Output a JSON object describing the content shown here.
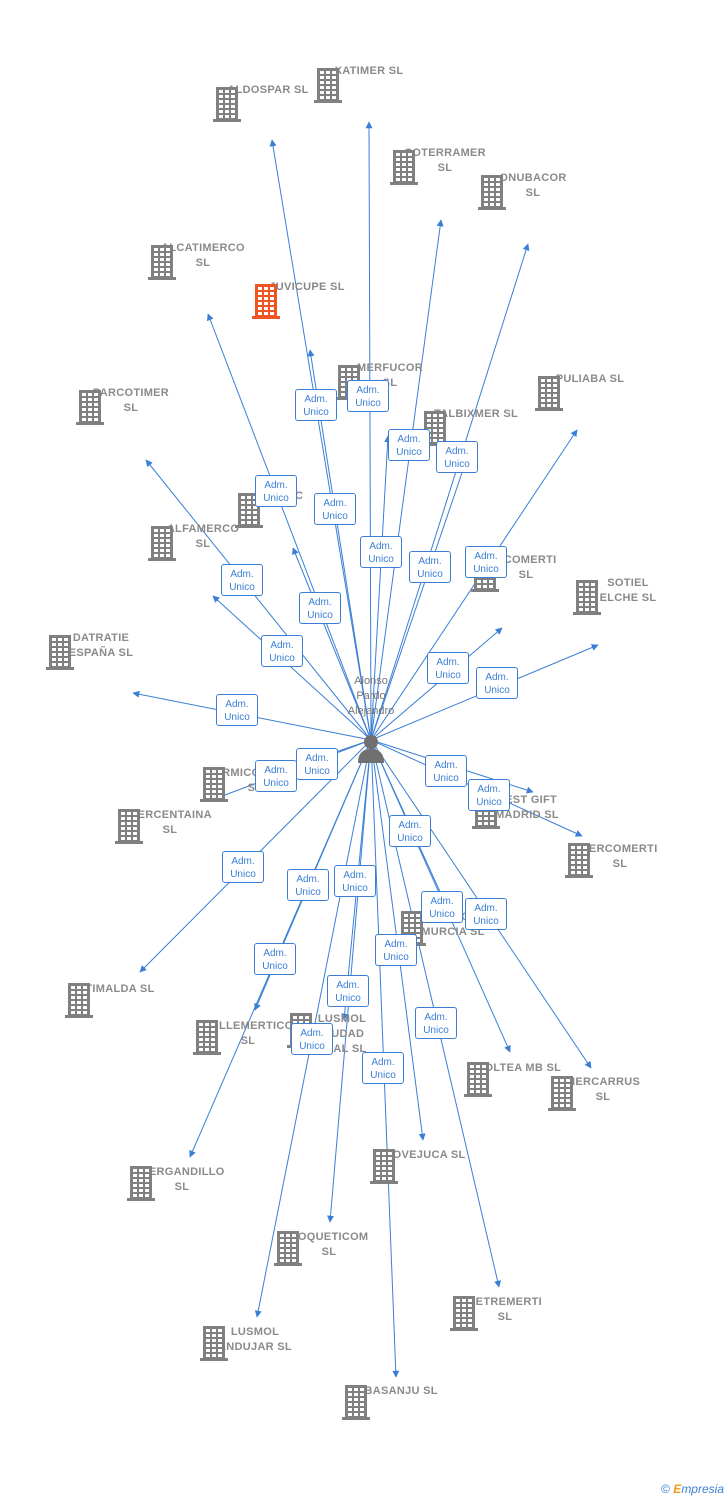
{
  "center": {
    "label": "Alonso\nPardo\nAlejandro",
    "icon": "person-icon"
  },
  "colors": {
    "edge": "#3a7fd5",
    "building": "#808080",
    "highlight": "#ee5522"
  },
  "edge_label": "Adm.\nUnico",
  "nodes": [
    {
      "id": "xatimer",
      "label": "XATIMER  SL",
      "highlight": false
    },
    {
      "id": "aldospar",
      "label": "ALDOSPAR SL",
      "highlight": false
    },
    {
      "id": "coterramer",
      "label": "COTERRAMER\nSL",
      "highlight": false
    },
    {
      "id": "onubacor",
      "label": "ONUBACOR\nSL",
      "highlight": false
    },
    {
      "id": "alcatimerco",
      "label": "ALCATIMERCO\nSL",
      "highlight": false
    },
    {
      "id": "juvicupe",
      "label": "JUVICUPE  SL",
      "highlight": true
    },
    {
      "id": "merfucor",
      "label": "MERFUCOR\nSL",
      "highlight": false
    },
    {
      "id": "puliaba",
      "label": "PULIABA  SL",
      "highlight": false
    },
    {
      "id": "parcotimer",
      "label": "PARCOTIMER\nSL",
      "highlight": false
    },
    {
      "id": "talbixmer",
      "label": "TALBIXMER  SL",
      "highlight": false
    },
    {
      "id": "dc",
      "label": "D...C",
      "highlight": false
    },
    {
      "id": "alfamerco",
      "label": "ALFAMERCO\nSL",
      "highlight": false
    },
    {
      "id": "acomerti",
      "label": "ACOMERTI\nSL",
      "highlight": false
    },
    {
      "id": "sotiel",
      "label": "SOTIEL\nELCHE  SL",
      "highlight": false
    },
    {
      "id": "datratie",
      "label": "DATRATIE\nESPAÑA  SL",
      "highlight": false
    },
    {
      "id": "armicomerti",
      "label": "ARMICOMERTI\nSL",
      "highlight": false
    },
    {
      "id": "mercentaina",
      "label": "MERCENTAINA\nSL",
      "highlight": false
    },
    {
      "id": "bestgift",
      "label": "BEST GIFT\nMADRID  SL",
      "highlight": false
    },
    {
      "id": "jercomerti",
      "label": "JERCOMERTI\nSL",
      "highlight": false
    },
    {
      "id": "timalda",
      "label": "TIMALDA  SL",
      "highlight": false
    },
    {
      "id": "lusmolmurcia",
      "label": "LUSMOL\nMURCIA SL",
      "highlight": false
    },
    {
      "id": "cullemertico",
      "label": "CULLEMERTICO\nSL",
      "highlight": false
    },
    {
      "id": "lusmolciudad",
      "label": "LUSMOL\nCIUDAD\nREAL SL",
      "highlight": false
    },
    {
      "id": "soltea",
      "label": "SOLTEA MB  SL",
      "highlight": false
    },
    {
      "id": "mercarrus",
      "label": "MERCARRUS\nSL",
      "highlight": false
    },
    {
      "id": "covejuca",
      "label": "COVEJUCA SL",
      "highlight": false
    },
    {
      "id": "mergandillo",
      "label": "MERGANDILLO\nSL",
      "highlight": false
    },
    {
      "id": "roqueticom",
      "label": "ROQUETICOM\nSL",
      "highlight": false
    },
    {
      "id": "petremerti",
      "label": "PETREMERTI\nSL",
      "highlight": false
    },
    {
      "id": "lusmolandujar",
      "label": "LUSMOL\nANDUJAR SL",
      "highlight": false
    },
    {
      "id": "abasanju",
      "label": "ABASANJU  SL",
      "highlight": false
    }
  ],
  "footer": {
    "copyright": "©",
    "brand_initial": "E",
    "brand_rest": "mpresia"
  }
}
